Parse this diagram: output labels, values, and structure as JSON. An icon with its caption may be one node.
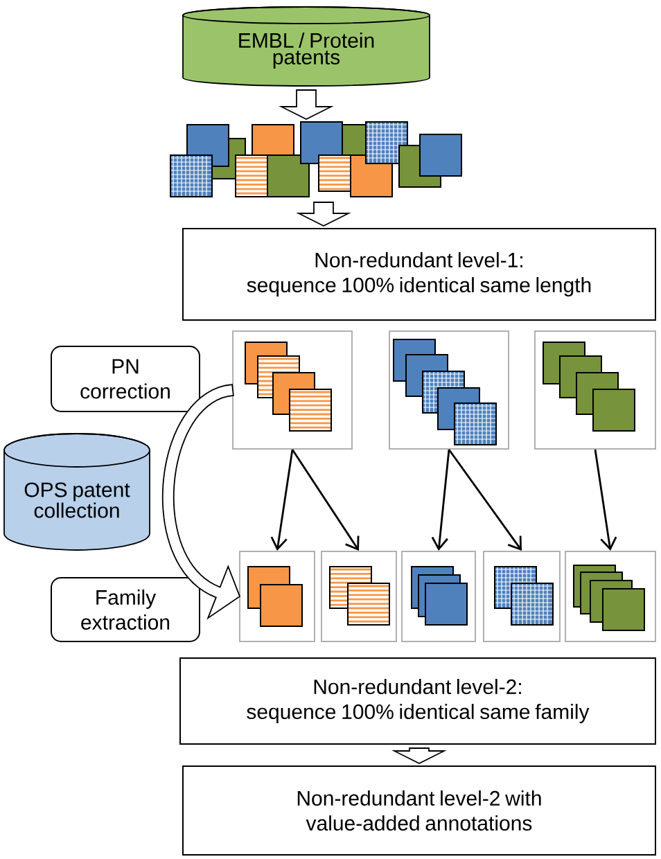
{
  "diagram": {
    "nodes": [
      {
        "text": [
          "EMBL / Protein patents"
        ]
      },
      {
        "text": [],
        "shape": "picture"
      },
      {
        "text": [
          "Non-redundant level-1:",
          "sequence 100% identical same length"
        ]
      },
      {
        "text": [],
        "shape": "box"
      },
      {
        "text": [],
        "shape": "box"
      },
      {
        "text": [],
        "shape": "box"
      },
      {
        "text": [
          "PN correction"
        ]
      },
      {
        "text": [
          "OPS patent collection"
        ]
      },
      {
        "text": [
          "Family extraction"
        ]
      },
      {
        "text": [],
        "shape": "box"
      },
      {
        "text": [],
        "shape": "box"
      },
      {
        "text": [],
        "shape": "box"
      },
      {
        "text": [],
        "shape": "box"
      },
      {
        "text": [],
        "shape": "box"
      },
      {
        "text": [
          "Non-redundant level-2:",
          "sequence 100% identical same family"
        ]
      },
      {
        "text": [
          "Non-redundant level-2 with value-added annotations"
        ]
      }
    ],
    "edges": [
      {
        "from": 0,
        "to": 1,
        "arrow": "to",
        "style": "thick"
      },
      {
        "from": 1,
        "to": 2,
        "arrow": "to",
        "style": "thick"
      },
      {
        "from": 3,
        "to": 9,
        "arrow": "to",
        "style": "thick"
      },
      {
        "from": 3,
        "to": 9,
        "arrow": "to"
      },
      {
        "from": 3,
        "to": 10,
        "arrow": "to"
      },
      {
        "from": 4,
        "to": 11,
        "arrow": "to"
      },
      {
        "from": 4,
        "to": 12,
        "arrow": "to"
      },
      {
        "from": 5,
        "to": 13,
        "arrow": "to"
      },
      {
        "from": 14,
        "to": 15,
        "arrow": "to",
        "style": "thick"
      }
    ]
  }
}
